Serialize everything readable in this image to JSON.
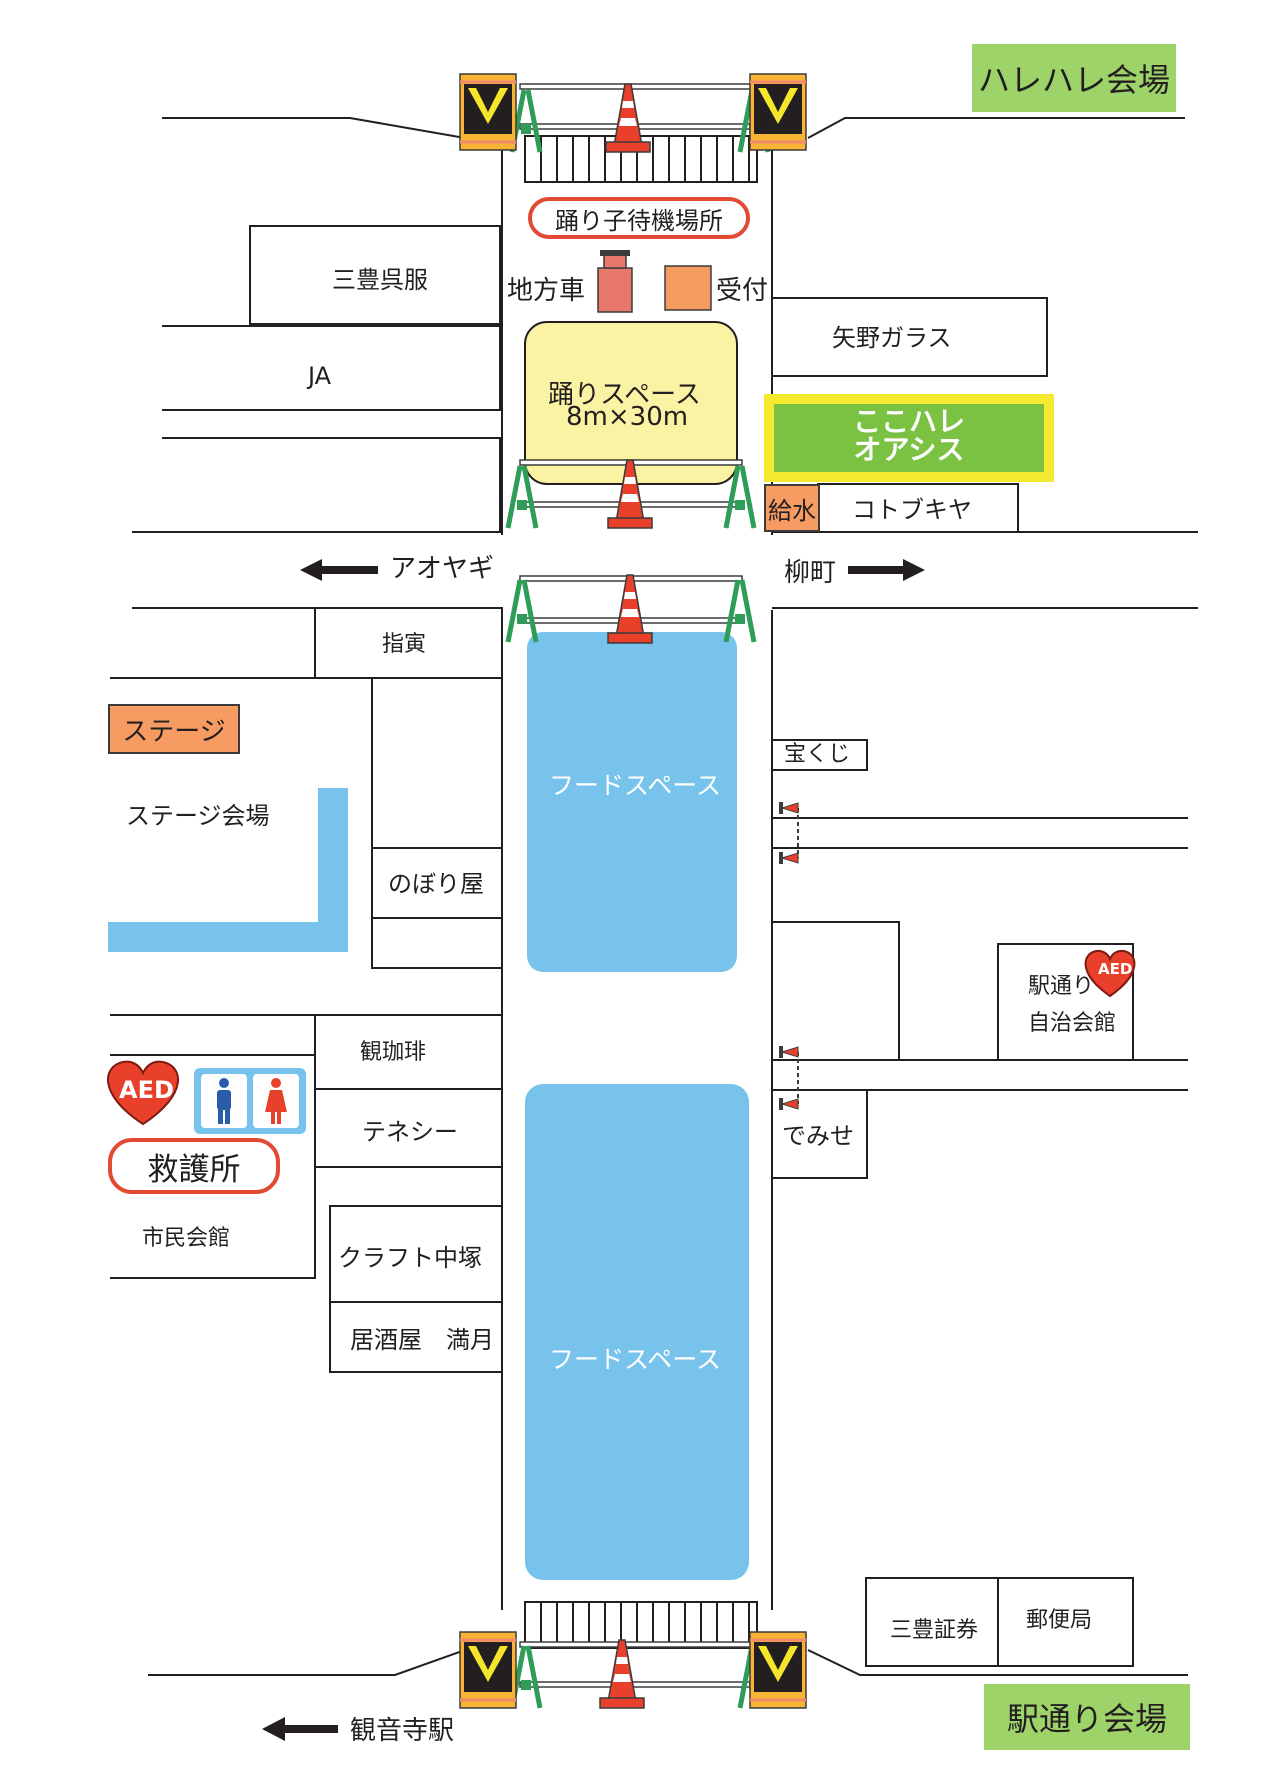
{
  "venues": {
    "top_right": "ハレハレ会場",
    "bottom_right": "駅通り会場",
    "oasis_line1": "ここハレ",
    "oasis_line2": "オアシス"
  },
  "areas": {
    "dancer_waiting": "踊り子待機場所",
    "jikata": "地方車",
    "reception": "受付",
    "dance_space": "踊りスペース",
    "dance_size": "8m×30m",
    "water": "給水",
    "food_space_1": "フードスペース",
    "food_space_2": "フードスペース",
    "stage": "ステージ",
    "stage_venue": "ステージ会場",
    "first_aid": "救護所",
    "aed_1": "AED",
    "aed_2": "AED"
  },
  "directions": {
    "west": "アオヤギ",
    "east": "柳町",
    "station": "観音寺駅"
  },
  "buildings": {
    "mitoyo_gofuku": "三豊呉服",
    "ja": "JA",
    "yano_glass": "矢野ガラス",
    "kotobukiya": "コトブキヤ",
    "shiin": "指寅",
    "nobori": "のぼり屋",
    "takarakuji": "宝くじ",
    "ekidori_1": "駅通り",
    "ekidori_2": "自治会館",
    "kancoffee": "観珈琲",
    "tennessee": "テネシー",
    "demise": "でみせ",
    "shimin_kaikan": "市民会館",
    "craft": "クラフト中塚",
    "izakaya": "居酒屋　満月",
    "mitoyo_shoken": "三豊証券",
    "post_office": "郵便局"
  },
  "colors": {
    "venue_green": "#9ed36a",
    "oasis_green": "#7cc242",
    "oasis_yellow": "#f5ea2f",
    "food_blue": "#78c3ec",
    "dance_yellow": "#faf3a3",
    "accent_orange": "#f69c63",
    "pill_red": "#e34a33",
    "cone_red": "#e8402b",
    "barrier_green": "#2e9d58"
  }
}
